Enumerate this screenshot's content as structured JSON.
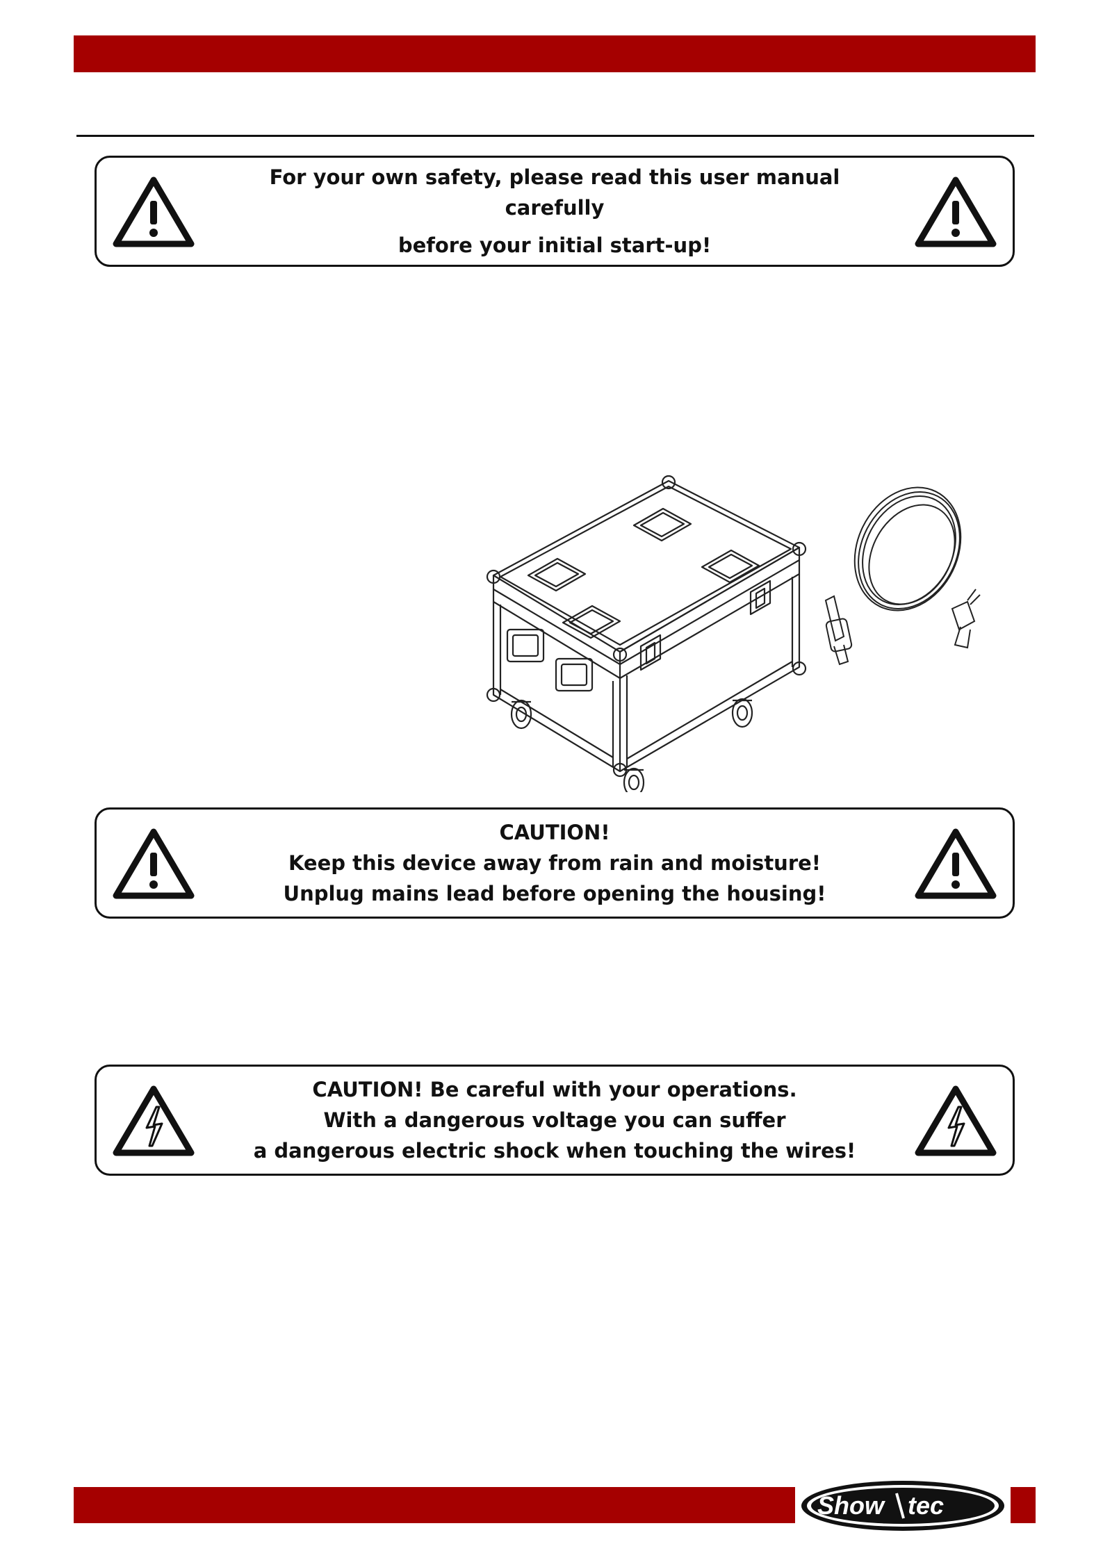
{
  "warnings": {
    "safety": {
      "line1": "For your own safety, please read this user manual carefully",
      "line2": "before your initial start-up!",
      "icon": "warning-exclamation-icon"
    },
    "caution_moisture": {
      "line1": "CAUTION!",
      "line2": "Keep this device away from rain and moisture!",
      "line3": "Unplug mains lead before opening the housing!",
      "icon": "warning-exclamation-icon"
    },
    "caution_voltage": {
      "line1": "CAUTION! Be careful with your operations.",
      "line2": "With a dangerous voltage you can suffer",
      "line3": "a dangerous electric shock when touching the wires!",
      "icon": "high-voltage-icon"
    }
  },
  "brand": {
    "logo_text": "Showtec",
    "accent_color": "#a50000"
  }
}
